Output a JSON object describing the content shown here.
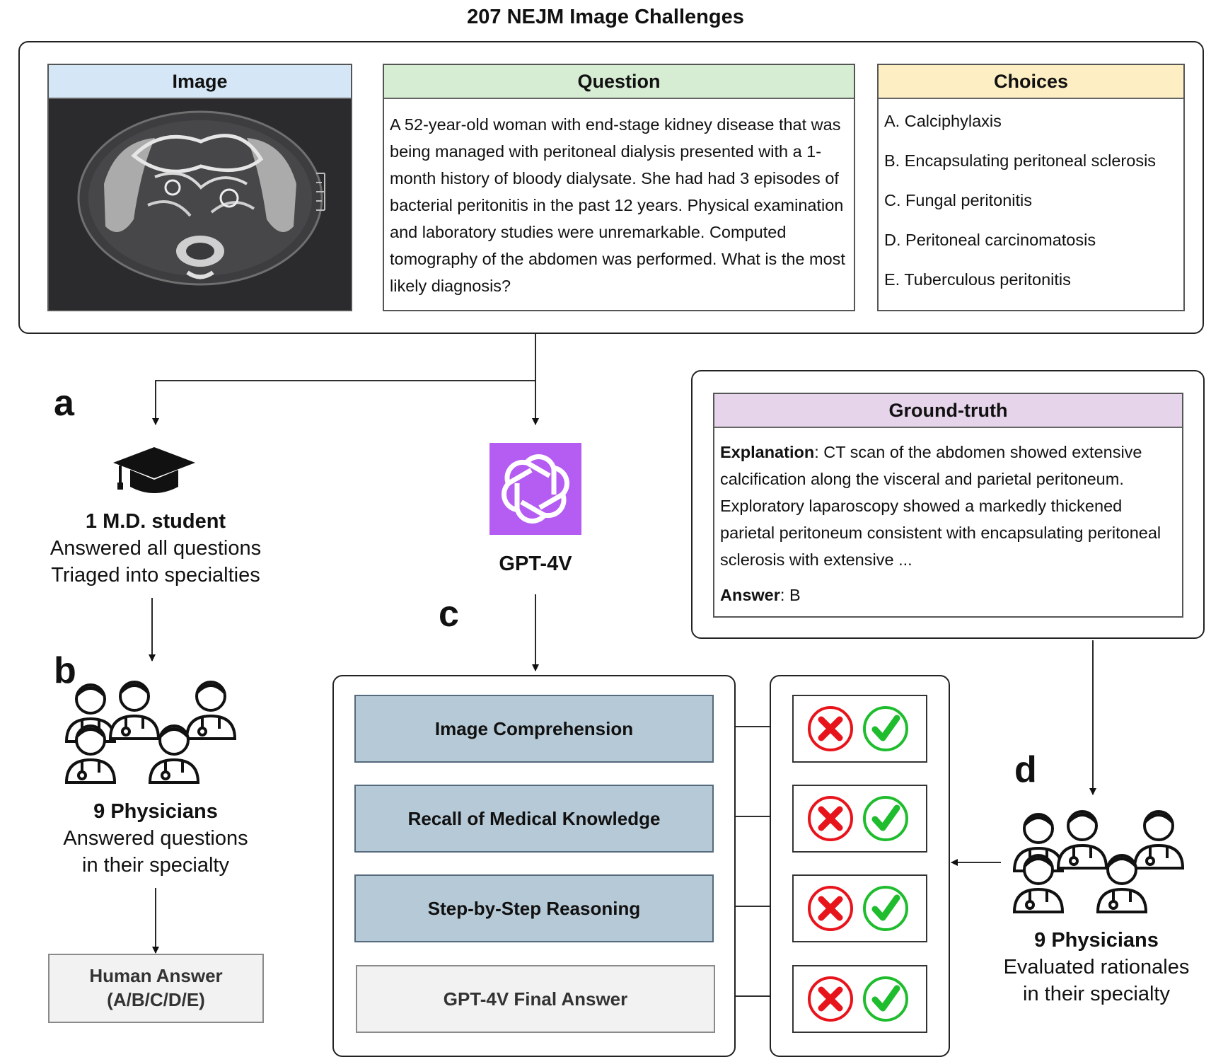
{
  "title": "207 NEJM Image Challenges",
  "image_card": {
    "header": "Image"
  },
  "question_card": {
    "header": "Question",
    "text": "A 52-year-old woman with end-stage kidney disease that was being managed with peritoneal dialysis presented with a 1-month history of bloody dialysate. She had had 3 episodes of bacterial peritonitis in the past 12 years. Physical examination and laboratory studies were unremarkable. Computed tomography of the abdomen was performed. What is the most likely diagnosis?"
  },
  "choices_card": {
    "header": "Choices",
    "items": [
      "A. Calciphylaxis",
      "B. Encapsulating peritoneal sclerosis",
      "C. Fungal peritonitis",
      "D. Peritoneal carcinomatosis",
      "E. Tuberculous peritonitis"
    ]
  },
  "labels": {
    "a": "a",
    "b": "b",
    "c": "c",
    "d": "d"
  },
  "student": {
    "title": "1 M.D. student",
    "line1": "Answered all questions",
    "line2": "Triaged into specialties"
  },
  "physicians_b": {
    "title": "9 Physicians",
    "line1": "Answered questions",
    "line2": "in their specialty"
  },
  "human_answer": {
    "line1": "Human Answer",
    "line2": "(A/B/C/D/E)"
  },
  "gpt": {
    "label": "GPT-4V",
    "brand_color": "#b55cf2"
  },
  "ground_truth": {
    "header": "Ground-truth",
    "explanation_label": "Explanation",
    "explanation": ": CT scan of the abdomen showed extensive calcification along the visceral and parietal peritoneum. Exploratory laparoscopy showed a markedly thickened parietal peritoneum consistent with encapsulating peritoneal sclerosis with extensive ...",
    "answer_label": "Answer",
    "answer": ": B"
  },
  "rationale_steps": [
    "Image Comprehension",
    "Recall of Medical Knowledge",
    "Step-by-Step Reasoning",
    "GPT-4V Final Answer"
  ],
  "physicians_d": {
    "title": "9 Physicians",
    "line1": "Evaluated rationales",
    "line2": "in their specialty"
  },
  "colors": {
    "image_header": "#d5e7f7",
    "question_header": "#d6ecd3",
    "choices_header": "#fdefc3",
    "gt_header": "#e6d4ea",
    "step_fill": "#b6c9d6",
    "wrong": "#e8141c",
    "right": "#1fbd2e"
  },
  "icons": [
    "graduation-cap-icon",
    "physician-group-icon",
    "openai-logo-icon",
    "wrong-mark-icon",
    "check-mark-icon"
  ]
}
